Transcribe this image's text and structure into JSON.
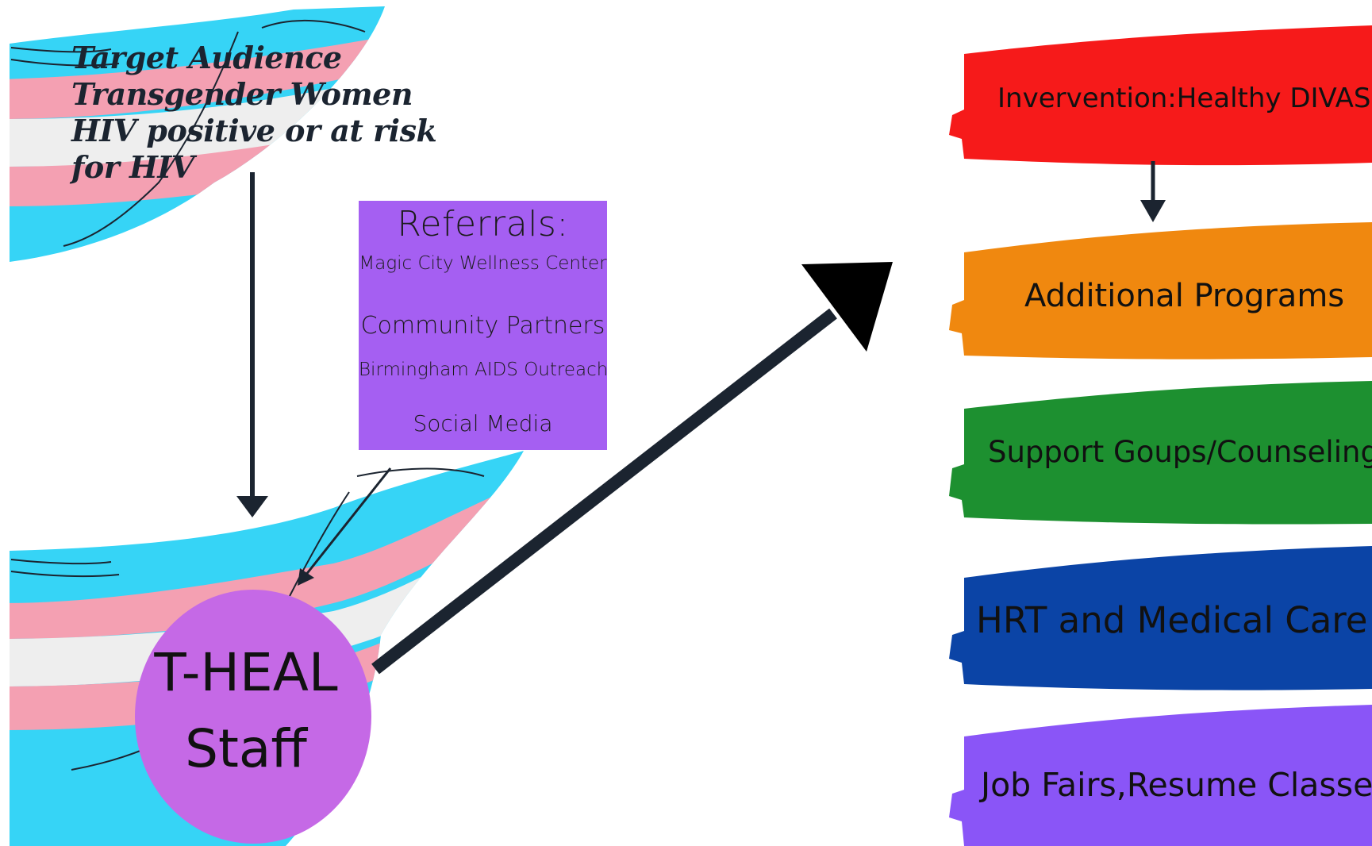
{
  "target": {
    "lines": [
      "Target Audience",
      "Transgender Women",
      "HIV positive or at risk",
      "for HIV"
    ]
  },
  "referrals": {
    "title": "Referrals:",
    "items": [
      "Magic City Wellness Center",
      "Community Partners",
      "Birmingham AIDS Outreach",
      "Social Media"
    ],
    "color": "#a55ff2"
  },
  "staff": {
    "line1": "T-HEAL",
    "line2": "Staff",
    "color": "#c569e6"
  },
  "programs": [
    {
      "label": "Invervention:Healthy DIVAS",
      "color": "#f61a1a"
    },
    {
      "label": "Additional Programs",
      "color": "#f0880f"
    },
    {
      "label": "Support Goups/Counseling",
      "color": "#1d9030"
    },
    {
      "label": "HRT and Medical Care",
      "color": "#0b44a6"
    },
    {
      "label": "Job Fairs,Resume Classes",
      "color": "#8a55f7"
    }
  ],
  "flag_colors": {
    "blue": "#36d4f6",
    "pink": "#f4a0b2",
    "white": "#eeeeee"
  },
  "arrow_color": "#1b2430"
}
